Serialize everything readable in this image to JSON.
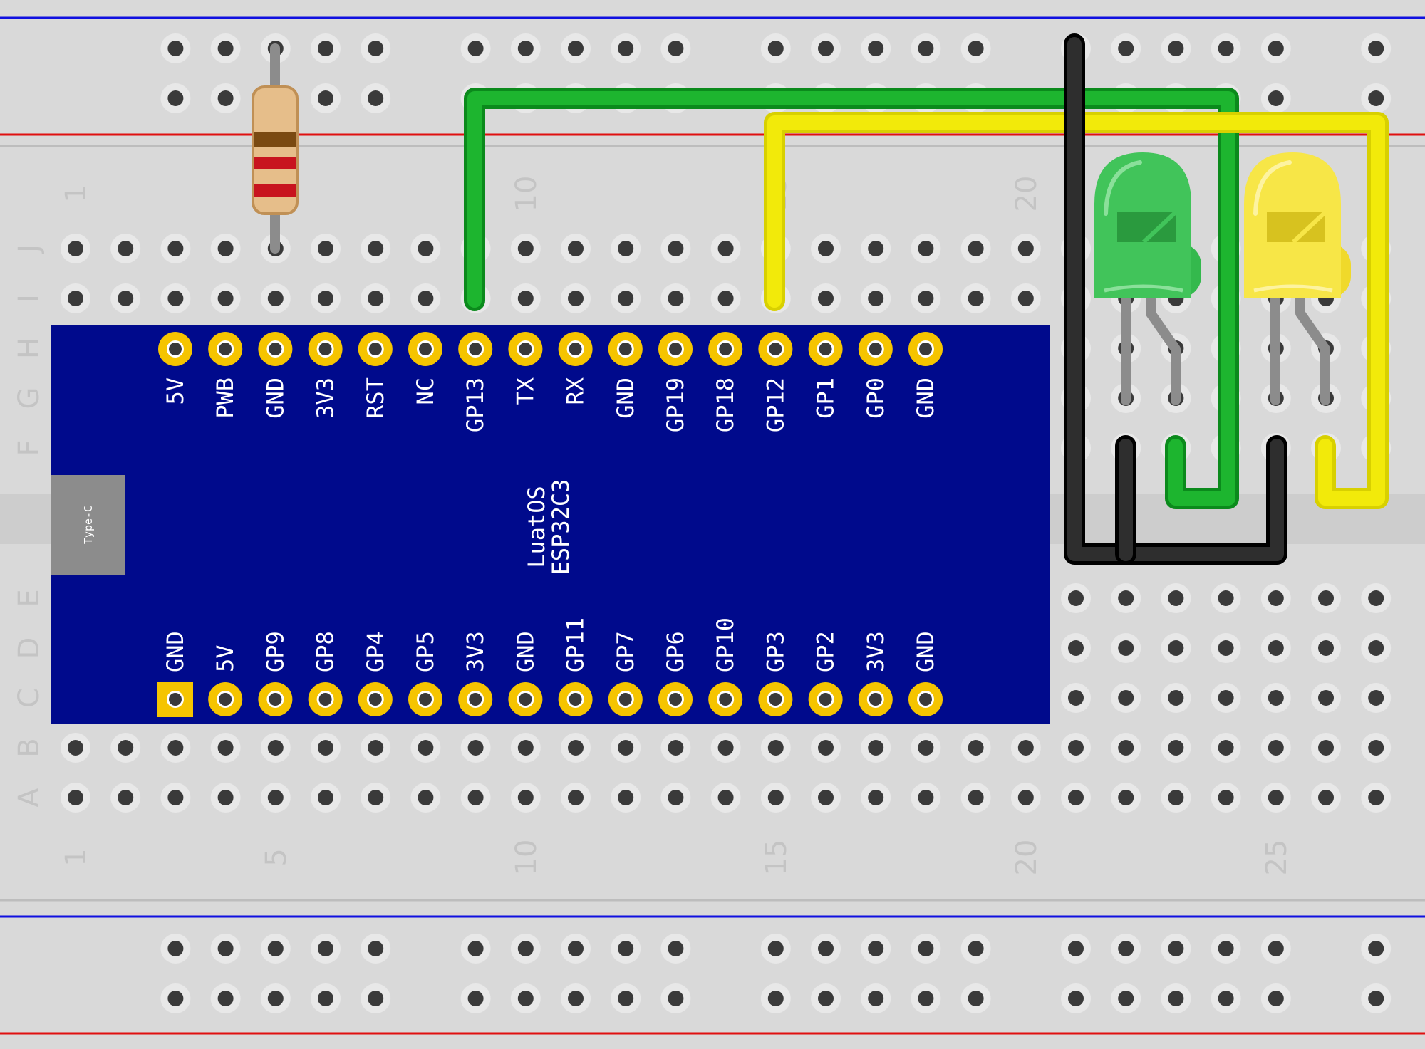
{
  "board": {
    "name_line1": "LuatOS",
    "name_line2": "ESP32C3",
    "connector": "Type-C",
    "top_pins": [
      "5V",
      "PWB",
      "GND",
      "3V3",
      "RST",
      "NC",
      "GP13",
      "TX",
      "RX",
      "GND",
      "GP19",
      "GP18",
      "GP12",
      "GP1",
      "GP0",
      "GND"
    ],
    "bottom_pins": [
      "GND",
      "5V",
      "GP9",
      "GP8",
      "GP4",
      "GP5",
      "3V3",
      "GND",
      "GP11",
      "GP7",
      "GP6",
      "GP10",
      "GP3",
      "GP2",
      "3V3",
      "GND"
    ]
  },
  "breadboard": {
    "rows_top": [
      "J",
      "I",
      "H",
      "G",
      "F"
    ],
    "rows_bottom": [
      "E",
      "D",
      "C",
      "B",
      "A"
    ],
    "column_numbers_top": [
      "1",
      "10",
      "15",
      "20"
    ],
    "column_numbers_bottom": [
      "1",
      "5",
      "10",
      "15",
      "20",
      "25"
    ]
  },
  "components": {
    "resistor_bands": [
      "#7a4a12",
      "#c8141e",
      "#c8141e"
    ],
    "led_green": "#2fb84a",
    "led_yellow": "#f5e02a"
  },
  "wire_colors": {
    "green": "#1db52f",
    "yellow": "#f2ea0a",
    "black": "#1c1c1c"
  },
  "rail_colors": {
    "positive": "#e01010",
    "negative": "#1010e0"
  }
}
